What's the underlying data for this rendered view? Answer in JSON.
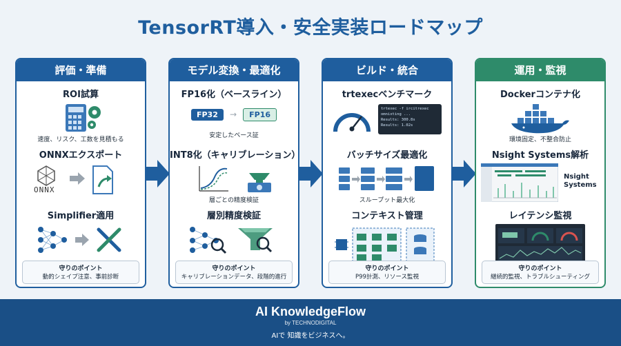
{
  "title": "TensorRT導入・安全実装ロードマップ",
  "columns": [
    {
      "header": "評価・準備",
      "steps": [
        {
          "title": "ROI試算",
          "caption": "速度、リスク、工数を見積もる"
        },
        {
          "title": "ONNXエクスポート",
          "caption": "",
          "icon_label": "ONNX"
        },
        {
          "title": "Simplifier適用",
          "caption": ""
        }
      ],
      "point_label": "守りのポイント",
      "point_text": "動的シェイプ注意、事前診断"
    },
    {
      "header": "モデル変換・最適化",
      "steps": [
        {
          "title": "FP16化（ベースライン）",
          "caption": "安定したベース証",
          "pill_from": "FP32",
          "pill_to": "FP16"
        },
        {
          "title": "INT8化（キャリブレーション）",
          "caption": "層ごとの精度検証"
        },
        {
          "title": "層別精度検証",
          "caption": ""
        }
      ],
      "point_label": "守りのポイント",
      "point_text": "キャリブレーションデータ、段階的進行"
    },
    {
      "header": "ビルド・統合",
      "steps": [
        {
          "title": "trtexecベンチマーク",
          "caption": "",
          "terminal": [
            "trtexec -f ircitrexec",
            "omnixting ...",
            "Results: 300.8s",
            "Results: 1.02s"
          ]
        },
        {
          "title": "バッチサイズ最適化",
          "caption": "スループット最大化"
        },
        {
          "title": "コンテキスト管理",
          "caption": ""
        }
      ],
      "point_label": "守りのポイント",
      "point_text": "P99計測、リソース監視"
    },
    {
      "header": "運用・監視",
      "steps": [
        {
          "title": "Dockerコンテナ化",
          "caption": "環境固定、不整合防止"
        },
        {
          "title": "Nsight Systems解析",
          "caption": "",
          "side_label": "Nsight\nSystems"
        },
        {
          "title": "レイテンシ監視",
          "caption": ""
        }
      ],
      "point_label": "守りのポイント",
      "point_text": "継続的監視、トラブルシューティング"
    }
  ],
  "footer": {
    "brand": "AI KnowledgeFlow",
    "brand_sub": "by TECHNODIGITAL",
    "tagline": "AIで 知識をビジネスへ。"
  },
  "colors": {
    "blue": "#1f5e9e",
    "green": "#2e8b6a",
    "footer": "#1a4f86",
    "arrow": "#1f5e9e"
  }
}
